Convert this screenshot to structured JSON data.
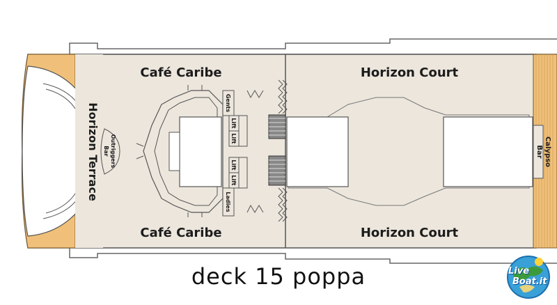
{
  "map": {
    "labels": {
      "cafe_top": "Café Caribe",
      "cafe_bottom": "Café Caribe",
      "horizon_court_top": "Horizon Court",
      "horizon_court_bottom": "Horizon Court",
      "horizon_terrace": "Horizon Terrace",
      "outriggers_bar_1": "Outriggers",
      "outriggers_bar_2": "Bar",
      "calypso_bar_1": "Calypso",
      "calypso_bar_2": "Bar",
      "gents": "Gents",
      "ladies": "Ladies",
      "lift_1": "Lift",
      "lift_2": "Lift",
      "lift_3": "Lift",
      "lift_4": "Lift"
    },
    "caption": "deck 15 poppa",
    "colors": {
      "floor": "#ece6dd",
      "wood": "#f0c07a",
      "outline": "#555555",
      "background": "#ffffff"
    }
  },
  "logo": {
    "line1": "Live",
    "line2": "Boat.it",
    "icon": "live-boat-globe-logo"
  }
}
